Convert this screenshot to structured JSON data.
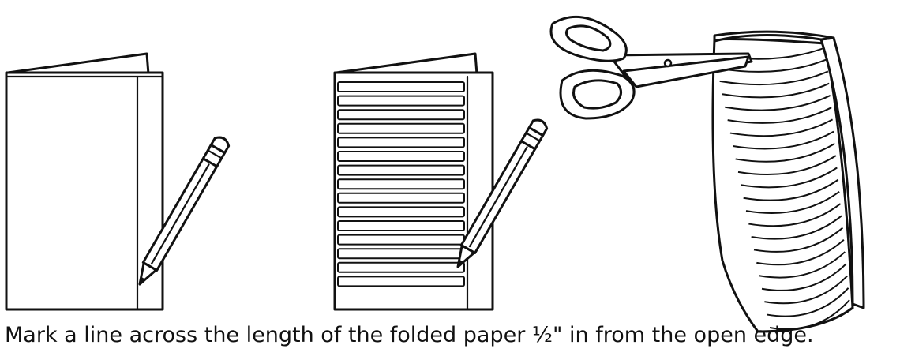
{
  "instruction": {
    "text": "Mark a line across the length of the folded paper ½\" in from the open edge."
  },
  "illustrations": {
    "step1": "folded-paper-with-pencil",
    "step2": "folded-paper-with-lines-and-pencil",
    "step3": "scissors-cutting-fringed-paper"
  },
  "colors": {
    "ink": "#111111",
    "paper": "#ffffff"
  }
}
